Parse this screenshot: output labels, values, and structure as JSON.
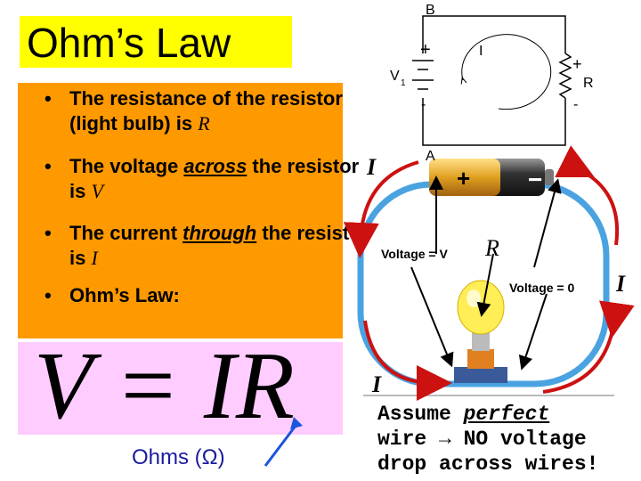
{
  "slide": {
    "title": "Ohm’s Law",
    "bullets": [
      {
        "pre": "The resistance of the resistor (light bulb) is ",
        "em": "",
        "mid": "",
        "var": "R"
      },
      {
        "pre": "The voltage ",
        "em": "across",
        "mid": " the resistor is ",
        "var": "V"
      },
      {
        "pre": "The current ",
        "em": "through",
        "mid": " the resistor is ",
        "var": "I"
      },
      {
        "pre": "Ohm’s Law:",
        "em": "",
        "mid": "",
        "var": ""
      }
    ],
    "bullet_char": "•",
    "equation": "V = IR",
    "ohms_label": "Ohms (Ω)",
    "assume_line1": "Assume ",
    "assume_em": "perfect",
    "assume_line2": "wire → NO voltage",
    "assume_line3": "drop across wires!"
  },
  "circuit": {
    "node_b": "B",
    "node_a": "A",
    "source_label": "V",
    "source_sub": "1",
    "resistor_label": "R",
    "current_label": "I",
    "plus": "+",
    "minus": "-"
  },
  "diagram": {
    "current_top": "I",
    "current_bottom": "I",
    "current_right": "I",
    "voltage_v": "Voltage = V",
    "voltage_zero": "Voltage = 0",
    "resistor_r": "R",
    "battery_plus": "+",
    "battery_minus": "−",
    "colors": {
      "wire": "#4aa3e0",
      "arrow_red": "#cc1111",
      "arrow_blue": "#1a55dd",
      "bulb": "#ffee55"
    }
  }
}
